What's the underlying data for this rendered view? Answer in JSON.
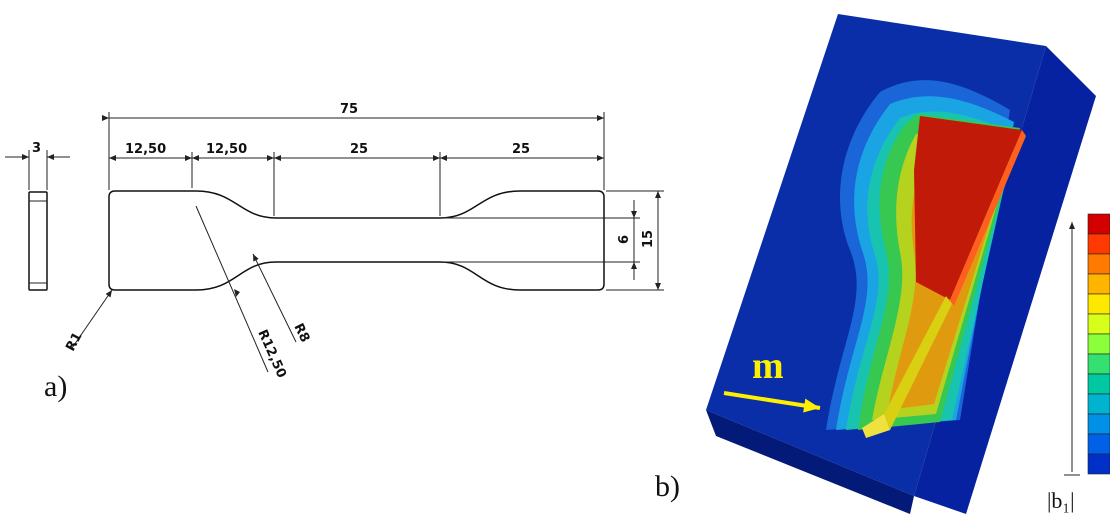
{
  "panel_a": {
    "label": "a)",
    "dimensions": {
      "thickness": "3",
      "total_length": "75",
      "grip_length": "12,50",
      "transition_length": "12,50",
      "gauge_half_1": "25",
      "gauge_half_2": "25",
      "gauge_width": "6",
      "grip_width": "15",
      "corner_radius": "R1",
      "fillet_radius": "R12,50",
      "fillet_radius_small": "R8"
    }
  },
  "panel_b": {
    "label": "b)",
    "arrow_label": "m",
    "colorbar_label": "|b₁|",
    "colors": {
      "background_blue": "#0a2ea8",
      "arrow_yellow": "#ffef00"
    },
    "colorbar_colors": [
      "#d40000",
      "#ff3a00",
      "#ff7a00",
      "#ffb400",
      "#ffe800",
      "#d8ff1a",
      "#8cff3c",
      "#33e070",
      "#00c8a0",
      "#00b4d0",
      "#0090e6",
      "#0060e8",
      "#0030c8"
    ]
  }
}
